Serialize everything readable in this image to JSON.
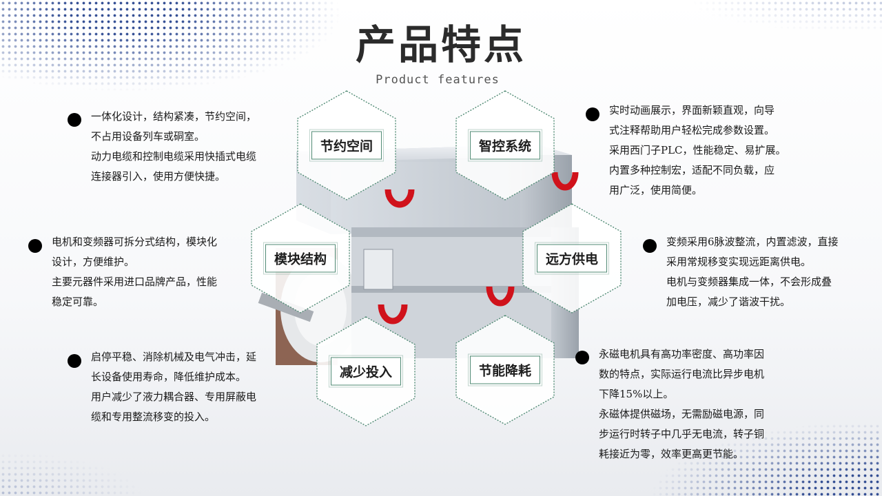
{
  "title": "产品特点",
  "subtitle": "Product features",
  "hexagons": [
    {
      "label": "节约空间"
    },
    {
      "label": "智控系统"
    },
    {
      "label": "模块结构"
    },
    {
      "label": "远方供电"
    },
    {
      "label": "减少投入"
    },
    {
      "label": "节能降耗"
    }
  ],
  "features": {
    "top_left": {
      "lines": [
        "一体化设计，结构紧凑，节约空间，",
        "不占用设备列车或硐室。",
        "动力电缆和控制电缆采用快插式电缆",
        "连接器引入，使用方便快捷。"
      ]
    },
    "mid_left": {
      "lines": [
        "电机和变频器可拆分式结构，模块化",
        "设计，方便维护。",
        "主要元器件采用进口品牌产品，性能",
        "稳定可靠。"
      ]
    },
    "bottom_left": {
      "lines": [
        "启停平稳、消除机械及电气冲击，延",
        "长设备使用寿命，降低维护成本。",
        "用户减少了液力耦合器、专用屏蔽电",
        "缆和专用整流移变的投入。"
      ]
    },
    "top_right": {
      "lines": [
        "实时动画展示，界面新颖直观，向导",
        "式注释帮助用户轻松完成参数设置。",
        "采用西门子PLC，性能稳定、易扩展。",
        "内置多种控制宏，适配不同负载，应",
        "用广泛，使用简便。"
      ]
    },
    "mid_right": {
      "lines": [
        "变频采用6脉波整流，内置滤波，直接",
        "采用常规移变实现远距离供电。",
        "电机与变频器集成一体，不会形成叠",
        "加电压，减少了谐波干扰。"
      ]
    },
    "bottom_right": {
      "lines": [
        "永磁电机具有高功率密度、高功率因",
        "数的特点，实际运行电流比异步电机",
        "下降15%以上。",
        "永磁体提供磁场，无需励磁电源，同",
        "步运行时转子中几乎无电流，转子铜",
        "耗接近为零，效率更高更节能。"
      ]
    }
  },
  "colors": {
    "dot_pattern": "#1f3d8a",
    "hex_border": "#4f8a73",
    "motor_body": "#c9ced6",
    "lifting_ring": "#d0121b"
  }
}
